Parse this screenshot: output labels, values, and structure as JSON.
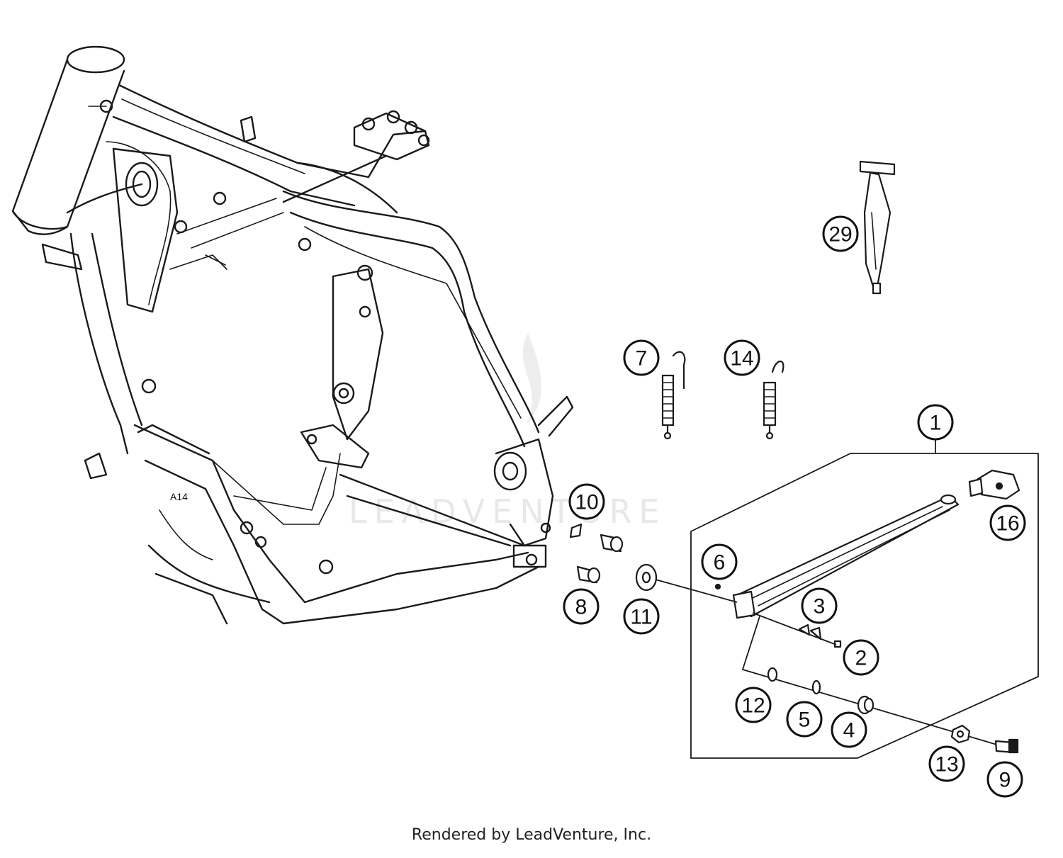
{
  "watermark": "LEADVENTURE",
  "footer": "Rendered by LeadVenture, Inc.",
  "callouts": {
    "c1": "1",
    "c2": "2",
    "c3": "3",
    "c4": "4",
    "c5": "5",
    "c6": "6",
    "c7": "7",
    "c8": "8",
    "c9": "9",
    "c10": "10",
    "c11": "11",
    "c12": "12",
    "c13": "13",
    "c14": "14",
    "c16": "16",
    "c29": "29"
  },
  "frame_mark": "A14"
}
